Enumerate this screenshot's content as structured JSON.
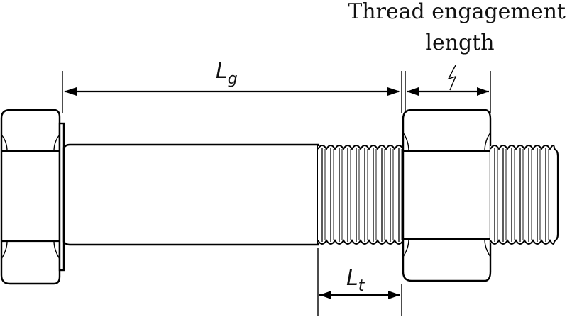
{
  "labels": {
    "lg_main": "L",
    "lg_sub": "g",
    "lt_main": "L",
    "lt_sub": "t",
    "thread_engagement_line1": "Thread engagement",
    "thread_engagement_line2": "length"
  }
}
